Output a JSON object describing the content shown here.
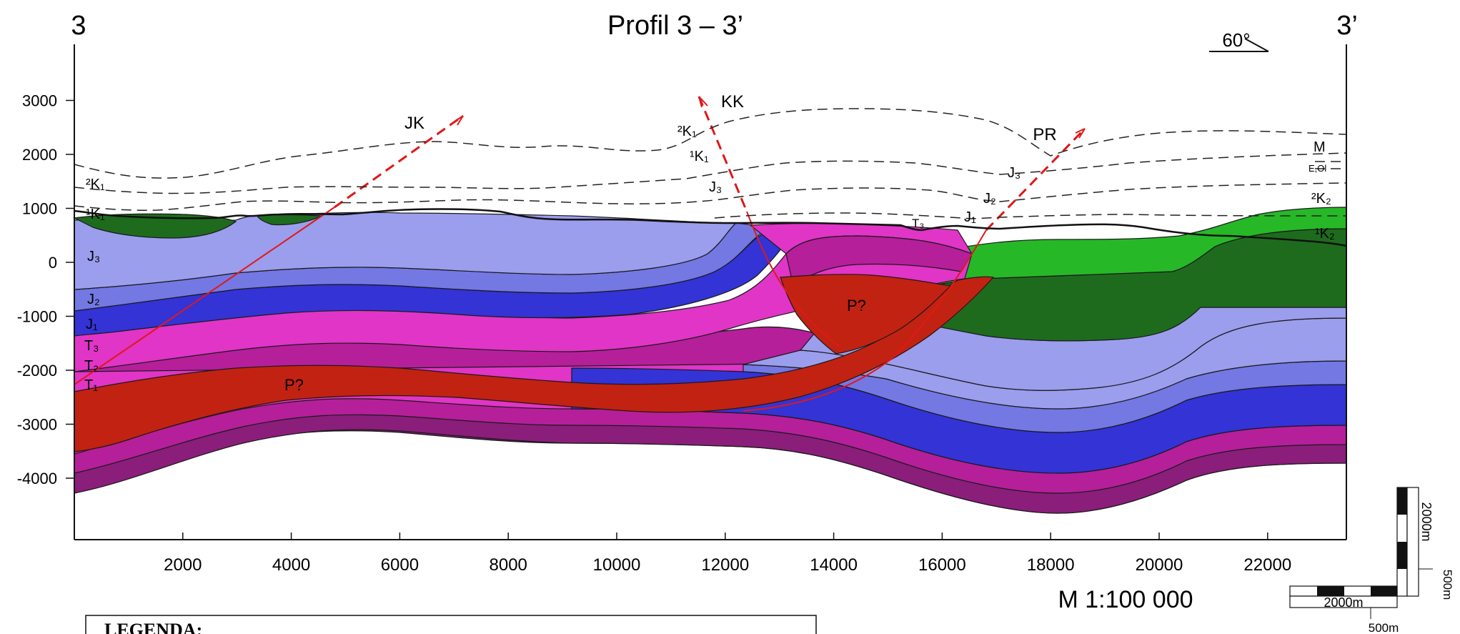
{
  "title": "Profil 3 – 3’",
  "endpoints": {
    "left": "3",
    "right": "3’"
  },
  "dip_indicator": "60°",
  "y_axis": {
    "ticks": [
      3000,
      2000,
      1000,
      0,
      -1000,
      -2000,
      -3000,
      -4000
    ],
    "tick_labels": [
      "3000",
      "2000",
      "1000",
      "0",
      "-1000",
      "-2000",
      "-3000",
      "-4000"
    ]
  },
  "x_axis": {
    "ticks": [
      2000,
      4000,
      6000,
      8000,
      10000,
      12000,
      14000,
      16000,
      18000,
      20000,
      22000
    ],
    "tick_labels": [
      "2000",
      "4000",
      "6000",
      "8000",
      "10000",
      "12000",
      "14000",
      "16000",
      "18000",
      "20000",
      "22000"
    ]
  },
  "faults": {
    "jk": "JK",
    "kk": "KK",
    "pr": "PR"
  },
  "unit_labels": {
    "k1_upper_left": "²K₁",
    "k1_lower_left": "¹K₁",
    "j3_left": "J₃",
    "j2_left": "J₂",
    "j1_left": "J₁",
    "t3_left": "T₃",
    "t2_left": "T₂",
    "t1_left": "T₁",
    "p_left": "P?",
    "k1_upper_mid": "²K₁",
    "k1_lower_mid": "¹K₁",
    "j3_mid": "J₃",
    "p_mid": "P?",
    "t3_mid": "T₃",
    "j1_mid": "J₁",
    "j2_mid": "J₂",
    "j3_right": "J₃",
    "m_right": "M",
    "eol_right": "E,Ol",
    "k2_upper_right": "²K₂",
    "k2_lower_right": "¹K₂"
  },
  "scale_text": "M 1:100 000",
  "scale_bars": {
    "vertical": "2000m",
    "vertical_small": "500m",
    "horizontal": "2000m",
    "horizontal_small": "500m"
  },
  "legend_title": "LEGENDA:",
  "colors": {
    "K1": "#1e6b1e",
    "K2_lower": "#27b827",
    "K2_upper": "#6fe06f",
    "J3": "#9b9ded",
    "J2": "#7378e3",
    "J1": "#3333d6",
    "T3": "#e035c6",
    "T2": "#b51f9a",
    "T1": "#8a1e7a",
    "P": "#c22212",
    "fault": "#e01818"
  }
}
